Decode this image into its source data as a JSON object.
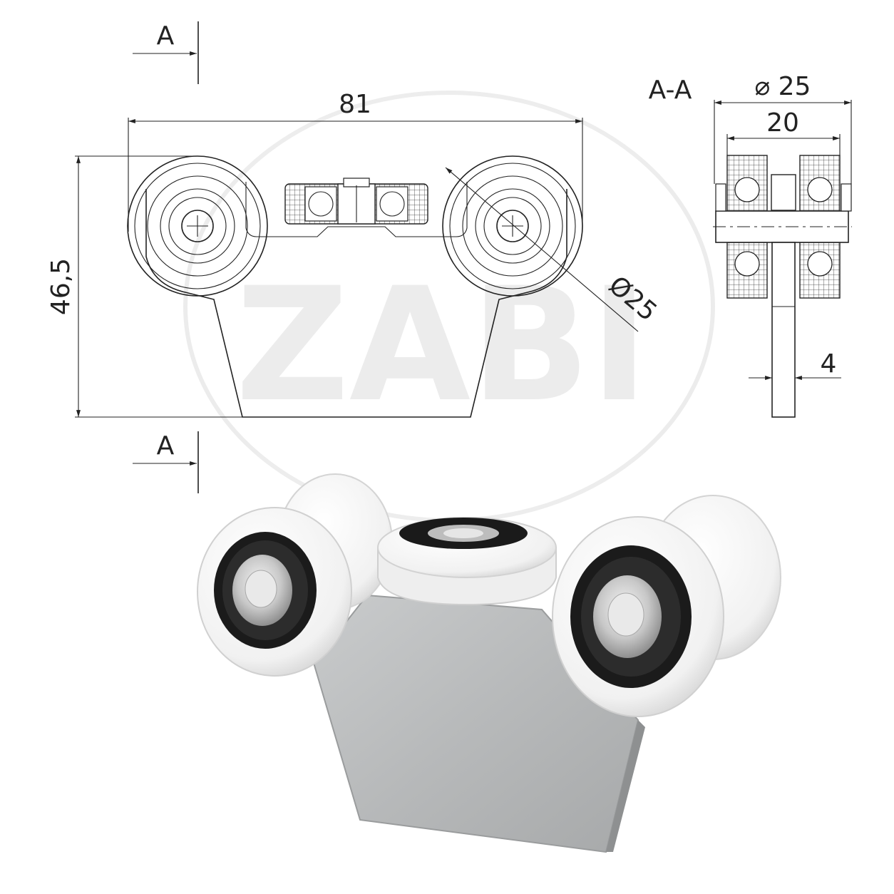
{
  "drawing": {
    "section_marker_top": "A",
    "section_marker_bottom": "A",
    "section_title": "A-A",
    "dim_width": "81",
    "dim_height": "46,5",
    "dim_wheel_diameter": "Ø25",
    "dim_section_diameter": "⌀ 25",
    "dim_section_width": "20",
    "dim_plate_thickness": "4"
  },
  "watermark": "ZABI"
}
